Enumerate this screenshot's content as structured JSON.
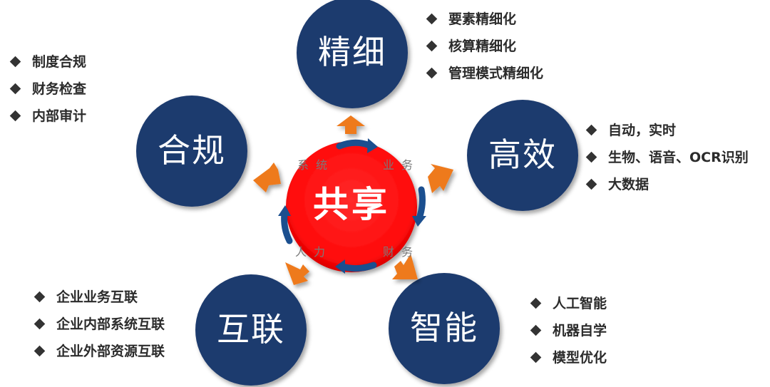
{
  "colors": {
    "node": "#1e3a6e",
    "center": "#ff0d0d",
    "arrow": "#ee7a1c",
    "ring_arrow": "#1b4f8f"
  },
  "center": {
    "title": "共享"
  },
  "ring_labels": {
    "top_left": "系统",
    "top_right": "业务",
    "bottom_left": "人力",
    "bottom_right": "财务"
  },
  "nodes": {
    "jingxi": {
      "title": "精细",
      "items": [
        "要素精细化",
        "核算精细化",
        "管理模式精细化"
      ]
    },
    "gaoxiao": {
      "title": "高效",
      "items": [
        "自动，实时",
        "生物、语音、OCR识别",
        "大数据"
      ]
    },
    "zhineng": {
      "title": "智能",
      "items": [
        "人工智能",
        "机器自学",
        "模型优化"
      ]
    },
    "hulian": {
      "title": "互联",
      "items": [
        "企业业务互联",
        "企业内部系统互联",
        "企业外部资源互联"
      ]
    },
    "hegui": {
      "title": "合规",
      "items": [
        "制度合规",
        "财务检查",
        "内部审计"
      ]
    }
  }
}
